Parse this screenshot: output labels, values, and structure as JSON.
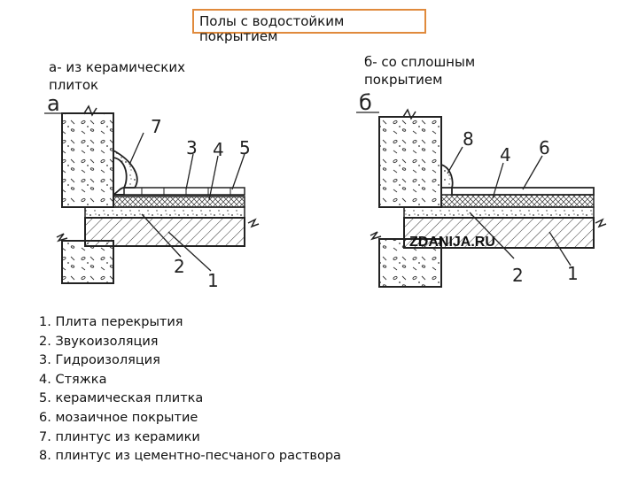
{
  "title": "Полы с водостойким покрытием",
  "captions": {
    "a": "а- из керамических плиток",
    "b": "б- со сплошным покрытием"
  },
  "figure_a": {
    "letter": "а",
    "callouts": [
      "7",
      "3",
      "4",
      "5",
      "2",
      "1"
    ]
  },
  "figure_b": {
    "letter": "б",
    "callouts": [
      "8",
      "4",
      "6",
      "2",
      "1"
    ],
    "watermark": "ZDANIJA.RU"
  },
  "legend": [
    {
      "num": "1.",
      "text": "Плита перекрытия"
    },
    {
      "num": "2.",
      "text": "Звукоизоляция"
    },
    {
      "num": "3.",
      "text": "Гидроизоляция"
    },
    {
      "num": "4.",
      "text": "Стяжка"
    },
    {
      "num": "5.",
      "text": "керамическая плитка"
    },
    {
      "num": "6.",
      "text": "мозаичное покрытие"
    },
    {
      "num": "7.",
      "text": "плинтус из керамики"
    },
    {
      "num": "8.",
      "text": "плинтус из цементно-песчаного раствора"
    }
  ],
  "colors": {
    "title_border": "#e08a3c",
    "line": "#222222"
  }
}
